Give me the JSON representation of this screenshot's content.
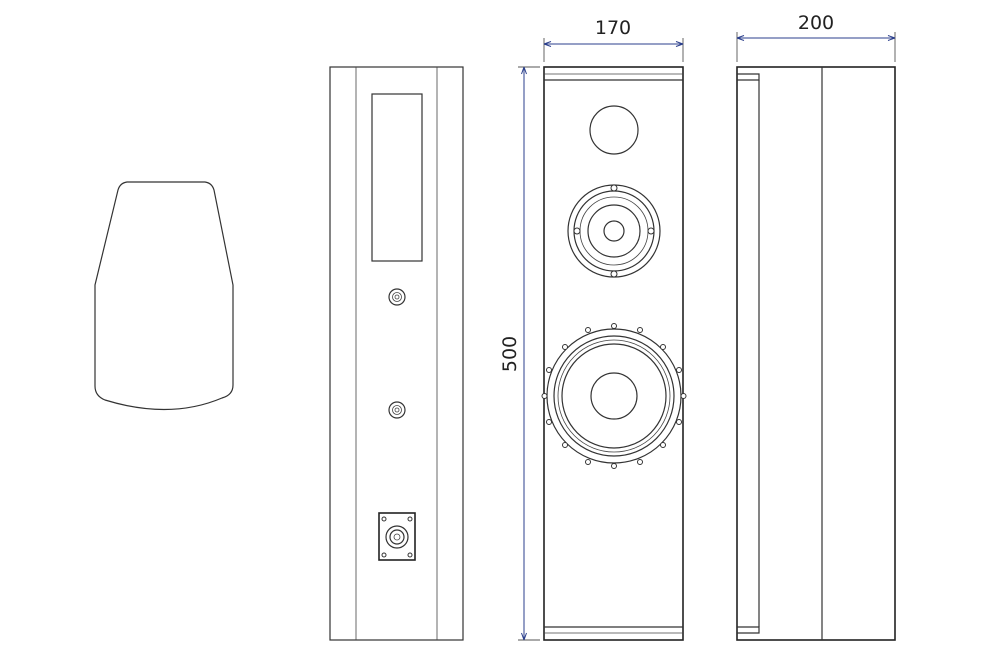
{
  "dimensions": {
    "front_width": "170",
    "side_depth": "200",
    "height": "500"
  }
}
